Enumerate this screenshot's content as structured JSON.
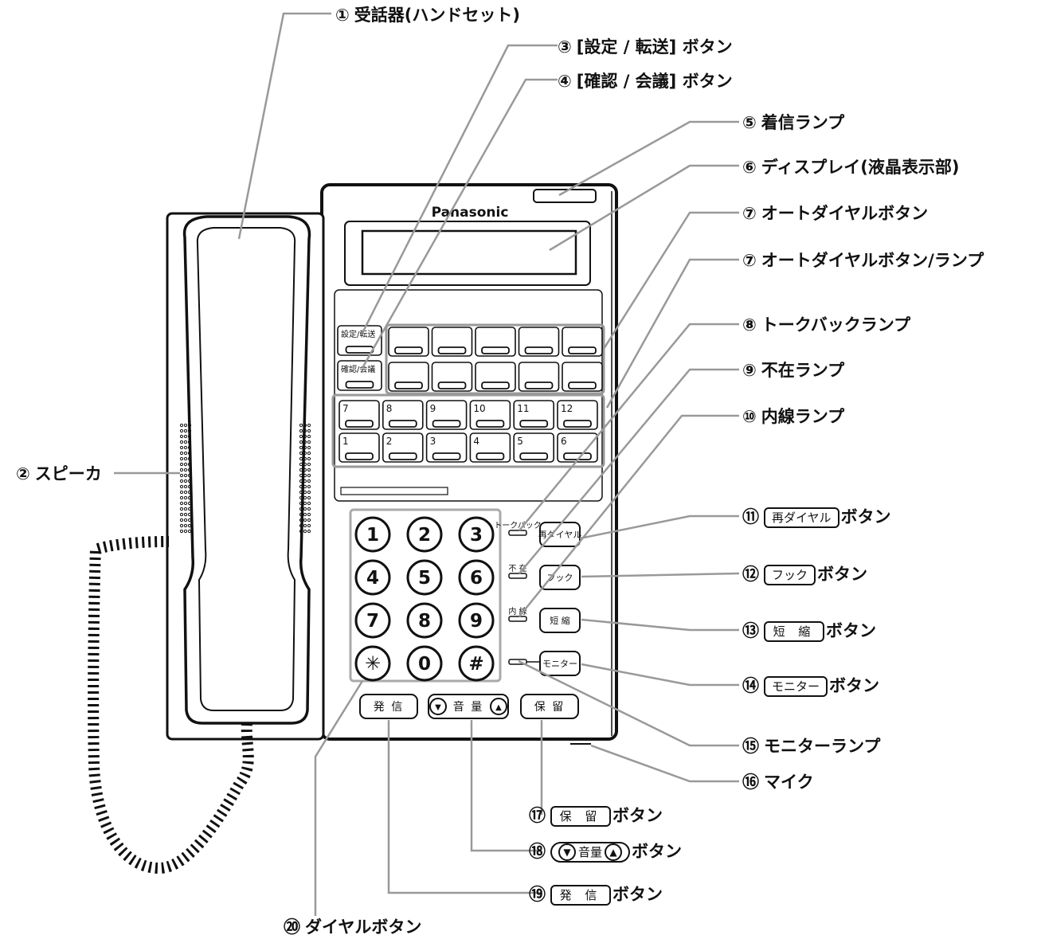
{
  "phone": {
    "brand": "Panasonic",
    "top_keys": [
      "設定/転送",
      "確認/会議"
    ],
    "program_keys_row_top": [
      "7",
      "8",
      "9",
      "10",
      "11",
      "12"
    ],
    "program_keys_row_bottom": [
      "1",
      "2",
      "3",
      "4",
      "5",
      "6"
    ],
    "dial_keys": [
      "1",
      "2",
      "3",
      "4",
      "5",
      "6",
      "7",
      "8",
      "9",
      "*",
      "0",
      "#"
    ],
    "lamp_labels": {
      "talkback": "トークバック",
      "absent": "不 在",
      "extension": "内 線"
    },
    "side_keys": {
      "redial": "再ダイヤル",
      "hook": "フック",
      "speed": "短 縮",
      "monitor": "モニター"
    },
    "bottom_keys": {
      "send": "発 信",
      "volume": "音 量",
      "hold": "保 留"
    }
  },
  "callouts": [
    {
      "num": "①",
      "label": "受話器(ハンドセット)"
    },
    {
      "num": "②",
      "label": "スピーカ"
    },
    {
      "num": "③",
      "label": "[設定 / 転送] ボタン"
    },
    {
      "num": "④",
      "label": "[確認 / 会議] ボタン"
    },
    {
      "num": "⑤",
      "label": "着信ランプ"
    },
    {
      "num": "⑥",
      "label": "ディスプレイ(液晶表示部)"
    },
    {
      "num": "⑦",
      "label": "オートダイヤルボタン"
    },
    {
      "num": "⑦",
      "label": "オートダイヤルボタン/ランプ"
    },
    {
      "num": "⑧",
      "label": "トークバックランプ"
    },
    {
      "num": "⑨",
      "label": "不在ランプ"
    },
    {
      "num": "⑩",
      "label": "内線ランプ"
    },
    {
      "num": "⑪",
      "button": "再ダイヤル",
      "label": "ボタン"
    },
    {
      "num": "⑫",
      "button": "フック",
      "label": "ボタン"
    },
    {
      "num": "⑬",
      "button": "短 縮",
      "label": "ボタン"
    },
    {
      "num": "⑭",
      "button": "モニター",
      "label": "ボタン"
    },
    {
      "num": "⑮",
      "label": "モニターランプ"
    },
    {
      "num": "⑯",
      "label": "マイク"
    },
    {
      "num": "⑰",
      "button": "保 留",
      "label": "ボタン"
    },
    {
      "num": "⑱",
      "button": "音量",
      "label": "ボタン"
    },
    {
      "num": "⑲",
      "button": "発 信",
      "label": "ボタン"
    },
    {
      "num": "⑳",
      "label": "ダイヤルボタン"
    }
  ]
}
